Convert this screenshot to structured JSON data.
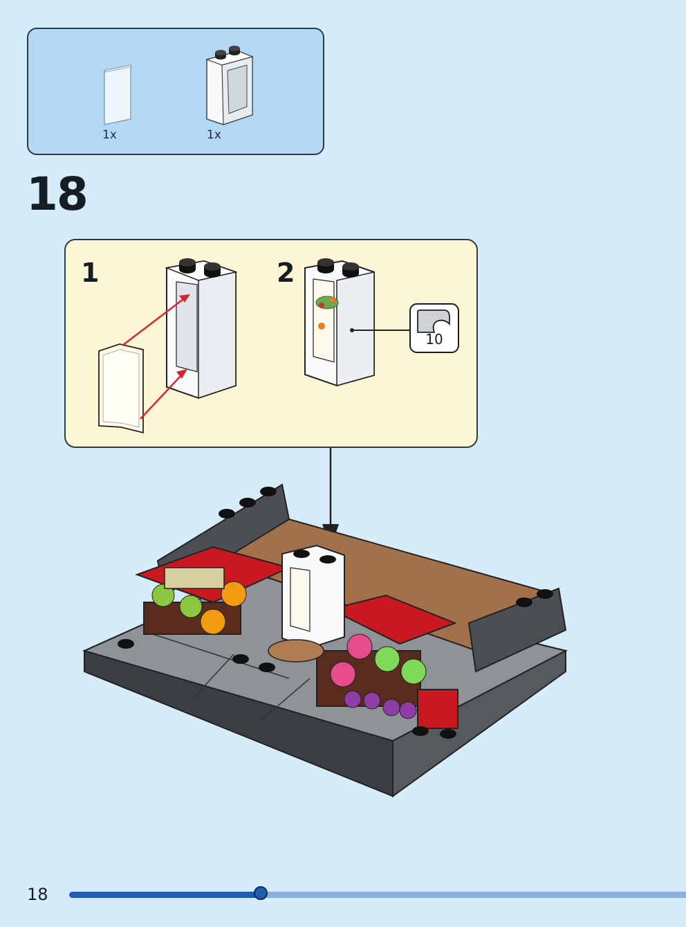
{
  "parts_list": {
    "items": [
      {
        "name": "glass-pane",
        "quantity": "1x"
      },
      {
        "name": "window-frame",
        "quantity": "1x"
      }
    ]
  },
  "step": {
    "number": "18",
    "substeps": [
      {
        "number": "1"
      },
      {
        "number": "2"
      }
    ],
    "sticker": {
      "number": "10"
    }
  },
  "footer": {
    "page_number": "18",
    "progress": 0.31
  },
  "colors": {
    "background": "#d6ecfa",
    "parts_box": "#b3d8f5",
    "callout_box": "#fdf6d4",
    "arrow": "#d9262c",
    "progress_fill": "#1f5fae",
    "progress_track": "#8fb0dc"
  },
  "icons": {
    "sticker": "peel-sticker-icon",
    "connector_arrow": "arrow-down-icon"
  }
}
